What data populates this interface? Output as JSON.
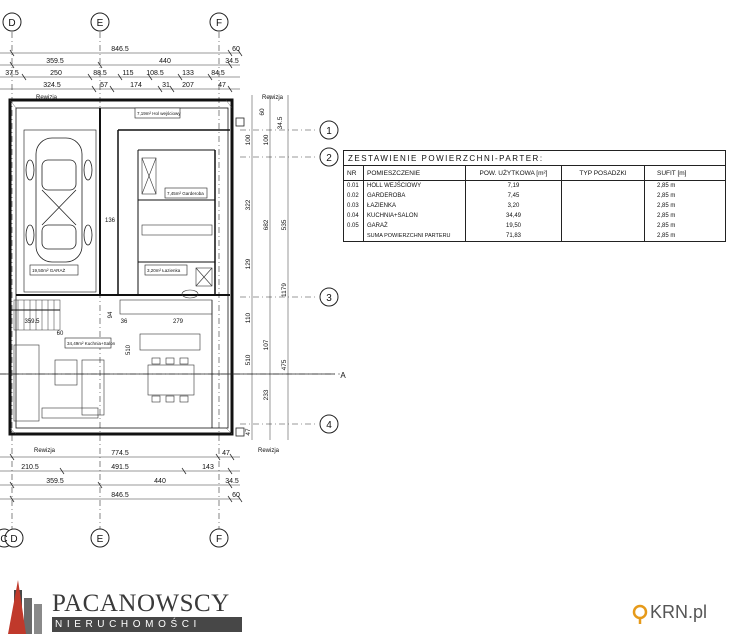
{
  "grid_labels": {
    "columns_top": [
      "D",
      "E",
      "F"
    ],
    "columns_bottom": [
      "C",
      "D",
      "E",
      "F"
    ],
    "rows": [
      "1",
      "2",
      "3",
      "4"
    ],
    "section_marker": "A"
  },
  "dimensions_top": {
    "row1": [
      "846.5",
      "60"
    ],
    "row2": [
      "359.5",
      "440",
      "34.5"
    ],
    "row3": [
      "37.5",
      "250",
      "88.5",
      "115",
      "108.5",
      "133",
      "84.5"
    ],
    "row4": [
      "324.5",
      "57",
      "174",
      "31",
      "207",
      "47"
    ]
  },
  "dimensions_bottom": {
    "row1": [
      "774.5",
      "47"
    ],
    "row2": [
      "210.5",
      "491.5",
      "143"
    ],
    "row3": [
      "359.5",
      "440",
      "34.5"
    ],
    "row4": [
      "846.5",
      "60"
    ]
  },
  "dimensions_right": {
    "inner": [
      "60",
      "34.5",
      "100",
      "322",
      "129",
      "110",
      "107",
      "233",
      "47"
    ],
    "middle": [
      "100",
      "535",
      "510",
      "475"
    ],
    "outer": [
      "682",
      "1179"
    ]
  },
  "plan_labels": {
    "rewizja": "Rewizja",
    "garage_room": "19,50m² GARAŻ",
    "hall_room": "7,19m² Hol wejściowy",
    "wardrobe_room": "7,45m² Garderoba",
    "bathroom_room": "3,20m² Łazienka",
    "kitchen_room": "34,49m² Kuchnia+Salon",
    "kitchen_width": "279",
    "left_widths": [
      "359.5",
      "60"
    ],
    "dim_small": [
      "136",
      "36",
      "510",
      "94"
    ]
  },
  "table": {
    "title": "ZESTAWIENIE POWIERZCHNI-PARTER:",
    "headers": [
      "NR",
      "POMIESZCZENIE",
      "POW. UŻYTKOWA [m²]",
      "TYP POSADZKI",
      "SUFIT [m]"
    ],
    "rows": [
      {
        "nr": "0.01",
        "name": "HOLL WEJŚCIOWY",
        "area": "7,19",
        "floor": "",
        "ceiling": "2,85 m"
      },
      {
        "nr": "0.02",
        "name": "GARDEROBA",
        "area": "7,45",
        "floor": "",
        "ceiling": "2,85 m"
      },
      {
        "nr": "0.03",
        "name": "ŁAZIENKA",
        "area": "3,20",
        "floor": "",
        "ceiling": "2,85 m"
      },
      {
        "nr": "0.04",
        "name": "KUCHNIA+SALON",
        "area": "34,49",
        "floor": "",
        "ceiling": "2,85 m"
      },
      {
        "nr": "0.05",
        "name": "GARAŻ",
        "area": "19,50",
        "floor": "",
        "ceiling": "2,85 m"
      }
    ],
    "sum_label": "SUMA POWIERZCHNI PARTERU",
    "sum_value": "71,83",
    "sum_ceiling": "2,85 m"
  },
  "branding": {
    "name": "PACANOWSCY",
    "subtitle": "NIERUCHOMOŚCI",
    "watermark": "KRN.pl"
  },
  "colors": {
    "line": "#222222",
    "logo_dark": "#474747",
    "logo_red": "#c0392b"
  }
}
